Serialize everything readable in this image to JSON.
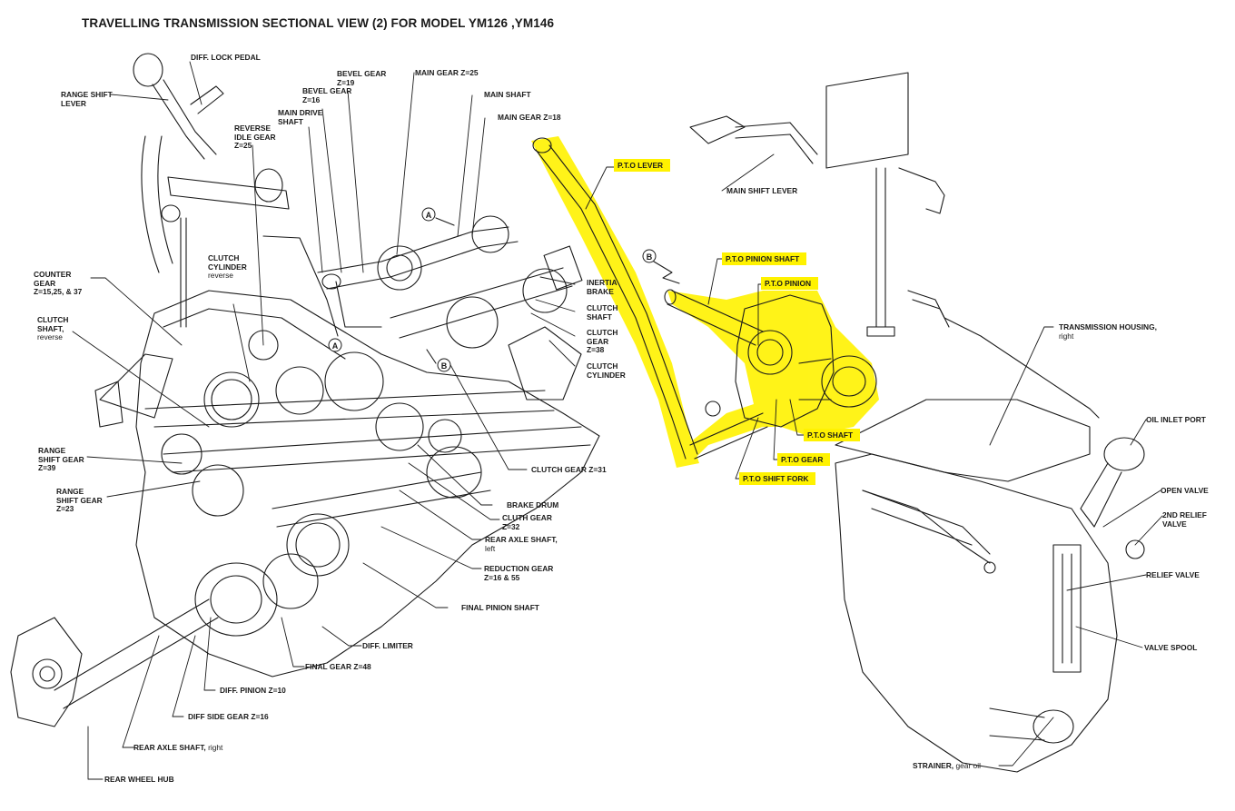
{
  "title": "TRAVELLING TRANSMISSION SECTIONAL VIEW (2) FOR MODEL YM126 ,YM146",
  "highlight_color": "#fff200",
  "line_color": "#1a1a1a",
  "markers": {
    "a": "A",
    "b": "B"
  },
  "labels": {
    "diff_lock_pedal": "DIFF. LOCK PEDAL",
    "range_shift_lever": "RANGE SHIFT\nLEVER",
    "bevel_gear_19": "BEVEL GEAR\nZ=19",
    "bevel_gear_16": "BEVEL GEAR\nZ=16",
    "main_gear_25": "MAIN GEAR Z=25",
    "main_shaft": "MAIN SHAFT",
    "main_gear_18": "MAIN GEAR Z=18",
    "main_drive_shaft": "MAIN DRIVE\nSHAFT",
    "reverse_idle_gear": "REVERSE\nIDLE GEAR\nZ=25",
    "counter_gear": "COUNTER\nGEAR\nZ=15,25, & 37",
    "clutch_cylinder_reverse": "CLUTCH\nCYLINDER",
    "clutch_cylinder_reverse_sub": "reverse",
    "clutch_shaft_reverse": "CLUTCH\nSHAFT,",
    "clutch_shaft_reverse_sub": "reverse",
    "inertia_brake": "INERTIA\nBRAKE",
    "clutch_shaft": "CLUTCH\nSHAFT",
    "clutch_gear_38": "CLUTCH\nGEAR\nZ=38",
    "clutch_cylinder": "CLUTCH\nCYLINDER",
    "range_shift_gear_39": "RANGE\nSHIFT GEAR\nZ=39",
    "range_shift_gear_23": "RANGE\nSHIFT GEAR\nZ=23",
    "clutch_gear_31": "CLUTCH GEAR Z=31",
    "brake_drum": "BRAKE DRUM",
    "cluth_gear_32": "CLUTH GEAR\nZ=32",
    "rear_axle_shaft_left": "REAR AXLE SHAFT,",
    "rear_axle_shaft_left_sub": "left",
    "reduction_gear": "REDUCTION GEAR\nZ=16 & 55",
    "final_pinion_shaft": "FINAL PINION SHAFT",
    "diff_limiter": "DIFF. LIMITER",
    "final_gear": "FINAL GEAR Z=48",
    "diff_pinion": "DIFF. PINION Z=10",
    "diff_side_gear": "DIFF SIDE GEAR Z=16",
    "rear_axle_shaft_right": "REAR AXLE SHAFT,",
    "rear_axle_shaft_right_sub": "right",
    "rear_wheel_hub": "REAR WHEEL HUB",
    "pto_lever": "P.T.O LEVER",
    "main_shift_lever": "MAIN SHIFT LEVER",
    "pto_pinion_shaft": "P.T.O PINION SHAFT",
    "pto_pinion": "P.T.O PINION",
    "pto_shaft": "P.T.O SHAFT",
    "pto_gear": "P.T.O GEAR",
    "pto_shift_fork": "P.T.O SHIFT FORK",
    "transmission_housing": "TRANSMISSION HOUSING,",
    "transmission_housing_sub": "right",
    "oil_inlet_port": "OIL INLET PORT",
    "open_valve": "OPEN VALVE",
    "second_relief_valve": "2ND RELIEF\nVALVE",
    "relief_valve": "RELIEF VALVE",
    "valve_spool": "VALVE SPOOL",
    "strainer": "STRAINER,",
    "strainer_sub": "gear oil"
  }
}
